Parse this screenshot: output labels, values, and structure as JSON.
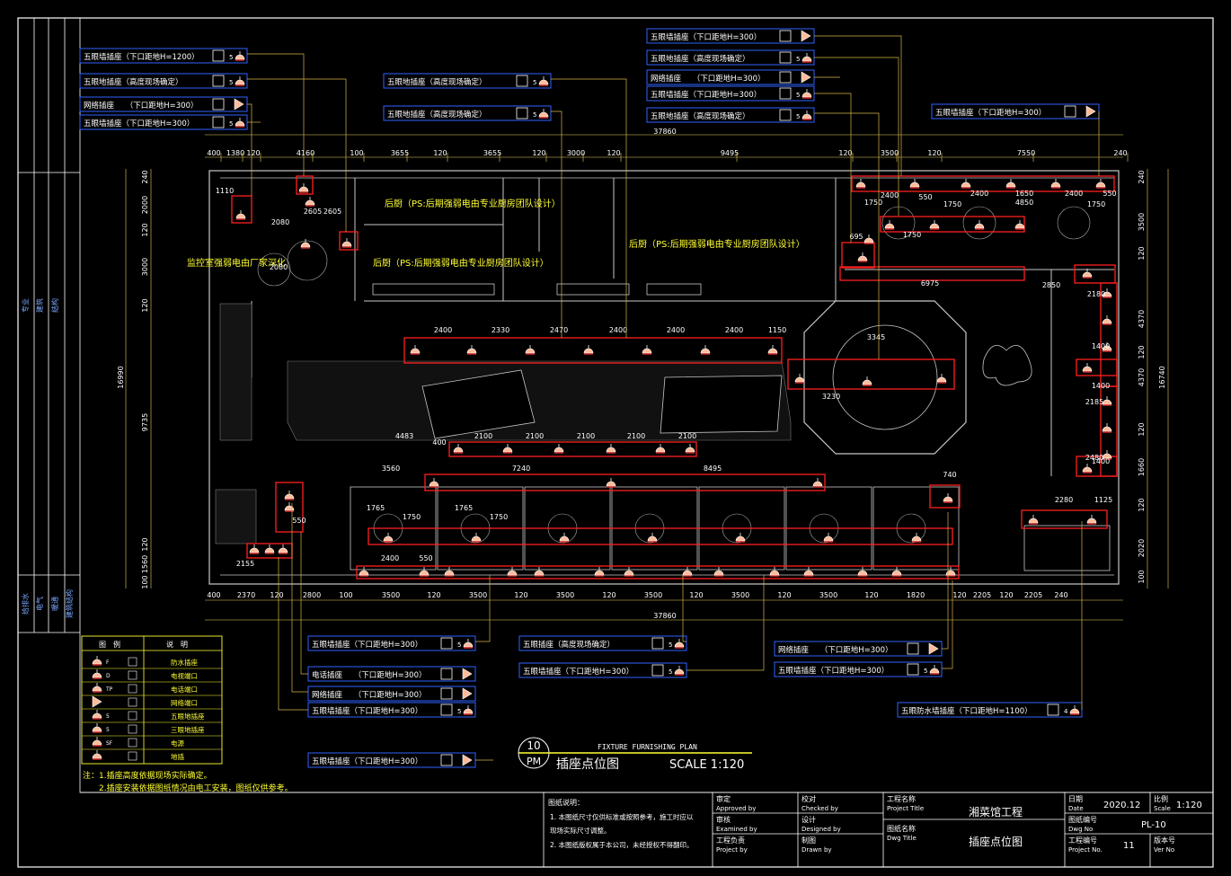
{
  "colors": {
    "background": "#000000",
    "frame": "#ffffff",
    "label_border": "#2f62ff",
    "label_text": "#ffffff",
    "leader": "#d8b448",
    "outlet_highlight": "#ff2020",
    "dimension": "#e8d35a",
    "room_note": "#ffff33",
    "wall": "#c8c8c8",
    "title_text": "#ffffff"
  },
  "top_callouts": [
    {
      "text": "五眼墙插座（下口距地H=1200）",
      "sym": "5"
    },
    {
      "text": "五眼地插座（高度现场确定）",
      "sym": "5"
    },
    {
      "text": "网络插座　　（下口距地H=300）",
      "sym": ""
    },
    {
      "text": "五眼墙插座（下口距地H=300）",
      "sym": "5"
    },
    {
      "text": "五眼地插座（高度现场确定）",
      "sym": "5"
    },
    {
      "text": "五眼地插座（高度现场确定）",
      "sym": "5"
    },
    {
      "text": "五眼墙插座（下口距地H=300）",
      "sym": ""
    },
    {
      "text": "五眼地插座（高度现场确定）",
      "sym": "5"
    },
    {
      "text": "网络插座　　（下口距地H=300）",
      "sym": ""
    },
    {
      "text": "五眼墙插座（下口距地H=300）",
      "sym": "5"
    },
    {
      "text": "五眼地插座（高度现场确定）",
      "sym": "5"
    },
    {
      "text": "五眼墙插座（下口距地H=300）",
      "sym": ""
    }
  ],
  "bottom_callouts": [
    {
      "text": "五眼墙插座（下口距地H=300）",
      "sym": "5"
    },
    {
      "text": "五眼插座（高度现场确定）",
      "sym": "5"
    },
    {
      "text": "五眼墙插座（下口距地H=300）",
      "sym": "5"
    },
    {
      "text": "网络插座　　（下口距地H=300）",
      "sym": ""
    },
    {
      "text": "五眼墙插座（下口距地H=300）",
      "sym": "5"
    },
    {
      "text": "电话插座　　（下口距地H=300）",
      "sym": ""
    },
    {
      "text": "网络插座　　（下口距地H=300）",
      "sym": ""
    },
    {
      "text": "五眼墙插座（下口距地H=300）",
      "sym": "5"
    },
    {
      "text": "五眼防水墙插座（下口距地H=1100）",
      "sym": "4"
    },
    {
      "text": "五眼墙插座（下口距地H=300）",
      "sym": ""
    }
  ],
  "room_notes": [
    "后厨（PS:后期强弱电由专业厨房团队设计）",
    "后厨（PS:后期强弱电由专业厨房团队设计）",
    "后厨（PS:后期强弱电由专业厨房团队设计）",
    "监控室强弱电由厂家深化"
  ],
  "dims_top": [
    "400",
    "1380",
    "120",
    "4160",
    "100",
    "3655",
    "120",
    "3655",
    "120",
    "3000",
    "120",
    "9495",
    "120",
    "3500",
    "120",
    "7550",
    "240"
  ],
  "dims_bottom": [
    "400",
    "2370",
    "120",
    "2800",
    "100",
    "3500",
    "120",
    "3500",
    "120",
    "3500",
    "120",
    "3500",
    "120",
    "3500",
    "120",
    "3500",
    "120",
    "1820",
    "120",
    "2205",
    "120",
    "2205",
    "240"
  ],
  "overall_width": "37860",
  "left_dims": [
    "240",
    "2000",
    "120",
    "3000",
    "120",
    "9735",
    "120",
    "1560",
    "100"
  ],
  "left_overall": "16990",
  "right_dims": [
    "240",
    "3500",
    "120",
    "4370",
    "120",
    "4370",
    "120",
    "1660",
    "120",
    "2020",
    "100"
  ],
  "right_overall": "16740",
  "inner_dims": [
    "2080",
    "2605",
    "2605",
    "2080",
    "1110",
    "695",
    "2400",
    "550",
    "1750",
    "2400",
    "1650",
    "4850",
    "2400",
    "550",
    "1750",
    "1750",
    "1750",
    "6975",
    "2850",
    "2180",
    "1400",
    "1400",
    "2185",
    "1400",
    "2480",
    "2400",
    "2330",
    "2470",
    "2400",
    "2400",
    "2400",
    "1150",
    "3345",
    "3230",
    "4483",
    "400",
    "2100",
    "2100",
    "2100",
    "2100",
    "2100",
    "3560",
    "7240",
    "8495",
    "740",
    "1765",
    "1750",
    "1765",
    "1750",
    "2400",
    "550",
    "2280",
    "1125",
    "2155",
    "550"
  ],
  "legend": {
    "header_left": "图　例",
    "header_right": "说　明",
    "rows": [
      {
        "mark": "F",
        "desc": "防水插座"
      },
      {
        "mark": "D",
        "desc": "电视端口"
      },
      {
        "mark": "TP",
        "desc": "电话端口"
      },
      {
        "mark": "",
        "desc": "网络端口"
      },
      {
        "mark": "5",
        "desc": "五眼地插座"
      },
      {
        "mark": "5",
        "desc": "三眼地插座"
      },
      {
        "mark": "SF",
        "desc": "电源"
      },
      {
        "mark": "",
        "desc": "地插"
      }
    ]
  },
  "notes": [
    "注：1.插座高度依据现场实际确定。",
    "　　2.插座安装依据图纸情况由电工安装，图纸仅供参考。"
  ],
  "plan_label": {
    "number": "10",
    "code": "PM",
    "english": "FIXTURE FURNISHING PLAN",
    "chinese": "插座点位图",
    "scale": "SCALE  1:120"
  },
  "left_strip": [
    "专业",
    "建筑",
    "结构",
    "给排水",
    "电气",
    "暖通",
    "建筑结构",
    "建筑给排水",
    "电"
  ],
  "title_block": {
    "remarks_title": "图纸说明：",
    "remarks": [
      "1. 本图纸尺寸仅供标准或按照参考，施工时应以",
      "现场实际尺寸调整。",
      "2. 本图纸版权属于本公司，未经授权不得翻印。"
    ],
    "approved_cn": "审定",
    "approved_en": "Approved by",
    "examined_cn": "审核",
    "examined_en": "Examined by",
    "project_mgr_cn": "工程负责",
    "project_mgr_en": "Project by",
    "checked_cn": "校对",
    "checked_en": "Checked by",
    "designed_cn": "设计",
    "designed_en": "Designed by",
    "drawn_cn": "制图",
    "drawn_en": "Drawn by",
    "project_title_cn": "工程名称",
    "project_title_en": "Project Title",
    "project_name": "湘菜馆工程",
    "dwg_title_cn": "图纸名称",
    "dwg_title_en": "Dwg Title",
    "dwg_name": "插座点位图",
    "date_cn": "日期",
    "date_en": "Date",
    "date_val": "2020.12",
    "scale_cn": "比例",
    "scale_en": "Scale",
    "scale_val": "1:120",
    "dwg_no_cn": "图纸编号",
    "dwg_no_en": "Dwg No",
    "dwg_no_val": "PL-10",
    "proj_no_cn": "工程编号",
    "proj_no_en": "Project No.",
    "proj_no_val": "11",
    "ver_cn": "版本号",
    "ver_en": "Ver No"
  }
}
